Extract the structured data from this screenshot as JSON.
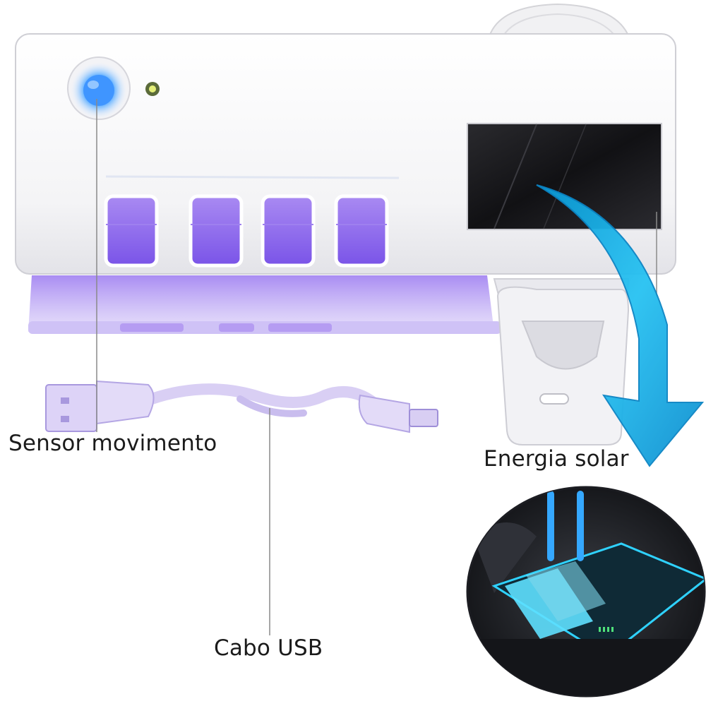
{
  "labels": {
    "sensor": "Sensor movimento",
    "solar": "Energia solar",
    "usb": "Cabo USB"
  },
  "colors": {
    "uv_light": "#8a5cf0",
    "arrow": "#23b6e8",
    "device_body": "#f6f6f6",
    "solar_panel": "#1a1a1a"
  }
}
